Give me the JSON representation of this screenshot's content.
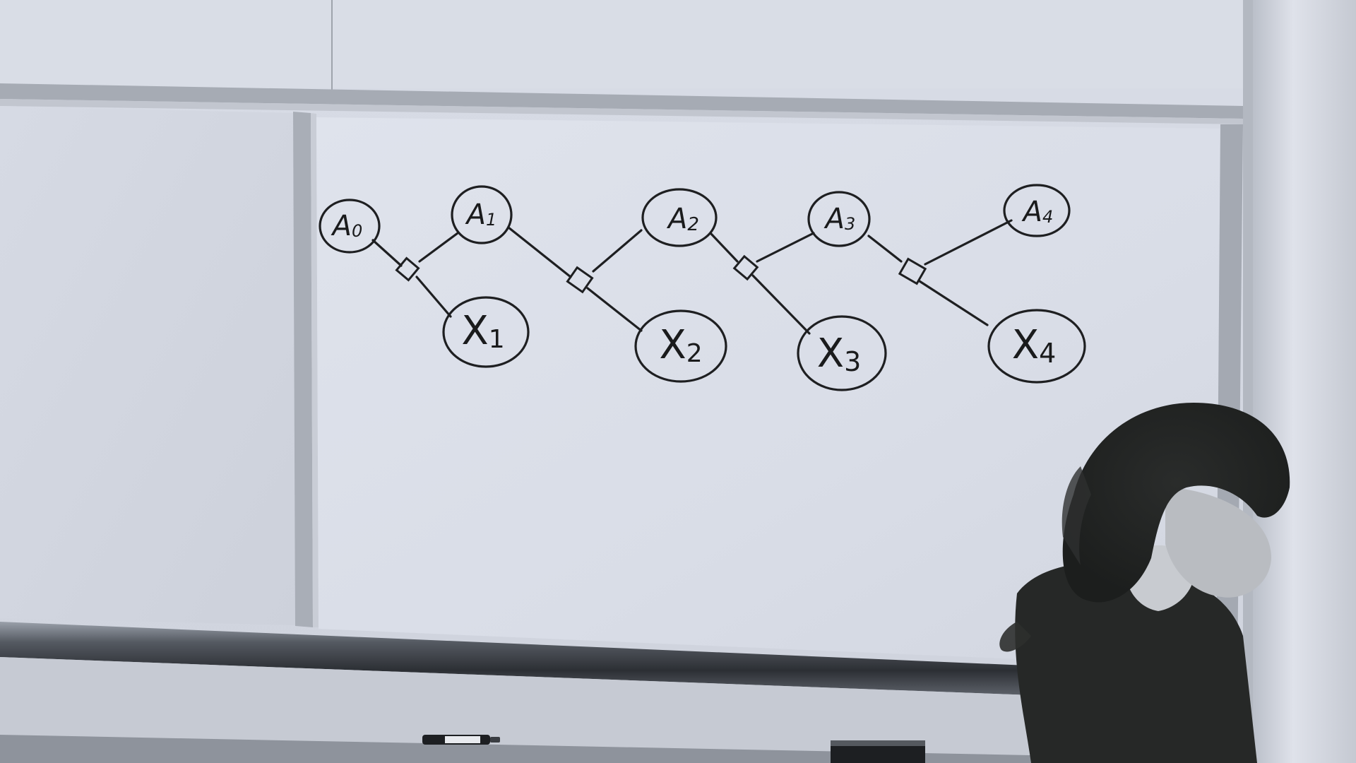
{
  "scene": {
    "description_kind": "whiteboard photo",
    "board_color": "#dde1ea",
    "ink_color": "#1e1f21",
    "frame_color": "#a8adb6"
  },
  "diagram": {
    "hidden_nodes": [
      {
        "id": "A0",
        "label": "A",
        "sub": "0"
      },
      {
        "id": "A1",
        "label": "A",
        "sub": "1"
      },
      {
        "id": "A2",
        "label": "A",
        "sub": "2"
      },
      {
        "id": "A3",
        "label": "A",
        "sub": "3"
      },
      {
        "id": "A4",
        "label": "A",
        "sub": "4"
      }
    ],
    "observed_nodes": [
      {
        "id": "X1",
        "label": "X",
        "sub": "1"
      },
      {
        "id": "X2",
        "label": "X",
        "sub": "2"
      },
      {
        "id": "X3",
        "label": "X",
        "sub": "3"
      },
      {
        "id": "X4",
        "label": "X",
        "sub": "4"
      }
    ],
    "factors": [
      {
        "id": "f1",
        "connects": [
          "A0",
          "A1",
          "X1"
        ]
      },
      {
        "id": "f2",
        "connects": [
          "A1",
          "A2",
          "X2"
        ]
      },
      {
        "id": "f3",
        "connects": [
          "A2",
          "A3",
          "X3"
        ]
      },
      {
        "id": "f4",
        "connects": [
          "A3",
          "A4",
          "X4"
        ]
      }
    ]
  }
}
